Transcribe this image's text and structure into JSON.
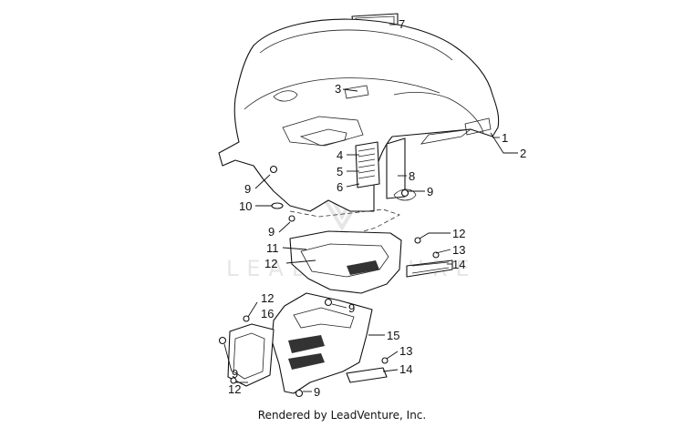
{
  "diagram": {
    "callouts": [
      "7",
      "3",
      "1",
      "2",
      "4",
      "5",
      "6",
      "8",
      "9",
      "9",
      "10",
      "9",
      "11",
      "12",
      "12",
      "13",
      "14",
      "12",
      "16",
      "9",
      "15",
      "9",
      "13",
      "14",
      "12",
      "9"
    ],
    "watermark": "LEADVENTURE",
    "footer": "Rendered by LeadVenture, Inc."
  },
  "colors": {
    "line": "#111111",
    "watermark": "#e6e6e6",
    "background": "#ffffff"
  }
}
